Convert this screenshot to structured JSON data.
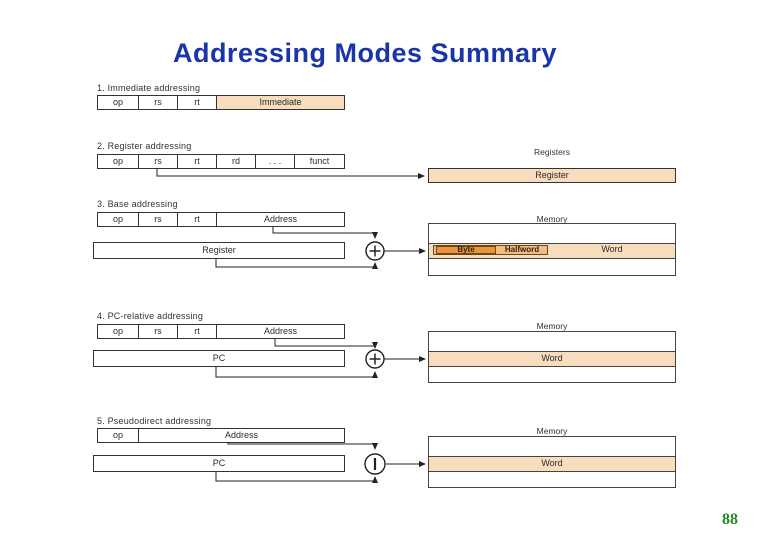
{
  "slide": {
    "title": "Addressing Modes Summary",
    "page_number": "88"
  },
  "colors": {
    "title_blue": "#1a35a8",
    "peach": "#f8dcbe",
    "byte_orange": "#e8953e",
    "halfword_orange": "#f1bd85",
    "page_number_green": "#228b22",
    "line": "#222222"
  },
  "sections": [
    {
      "title": "1. Immediate addressing",
      "fields": [
        "op",
        "rs",
        "rt",
        "Immediate"
      ]
    },
    {
      "title": "2. Register addressing",
      "fields": [
        "op",
        "rs",
        "rt",
        "rd",
        ". . .",
        "funct"
      ],
      "target_title": "Registers",
      "target_row": "Register"
    },
    {
      "title": "3. Base addressing",
      "fields": [
        "op",
        "rs",
        "rt",
        "Address"
      ],
      "source_row": "Register",
      "operator": "plus",
      "target_title": "Memory",
      "cells": {
        "byte": "Byte",
        "halfword": "Halfword",
        "word": "Word"
      }
    },
    {
      "title": "4. PC-relative addressing",
      "fields": [
        "op",
        "rs",
        "rt",
        "Address"
      ],
      "source_row": "PC",
      "operator": "plus",
      "target_title": "Memory",
      "cells": {
        "word": "Word"
      }
    },
    {
      "title": "5. Pseudodirect addressing",
      "fields": [
        "op",
        "Address"
      ],
      "source_row": "PC",
      "operator": "concat",
      "target_title": "Memory",
      "cells": {
        "word": "Word"
      }
    }
  ]
}
